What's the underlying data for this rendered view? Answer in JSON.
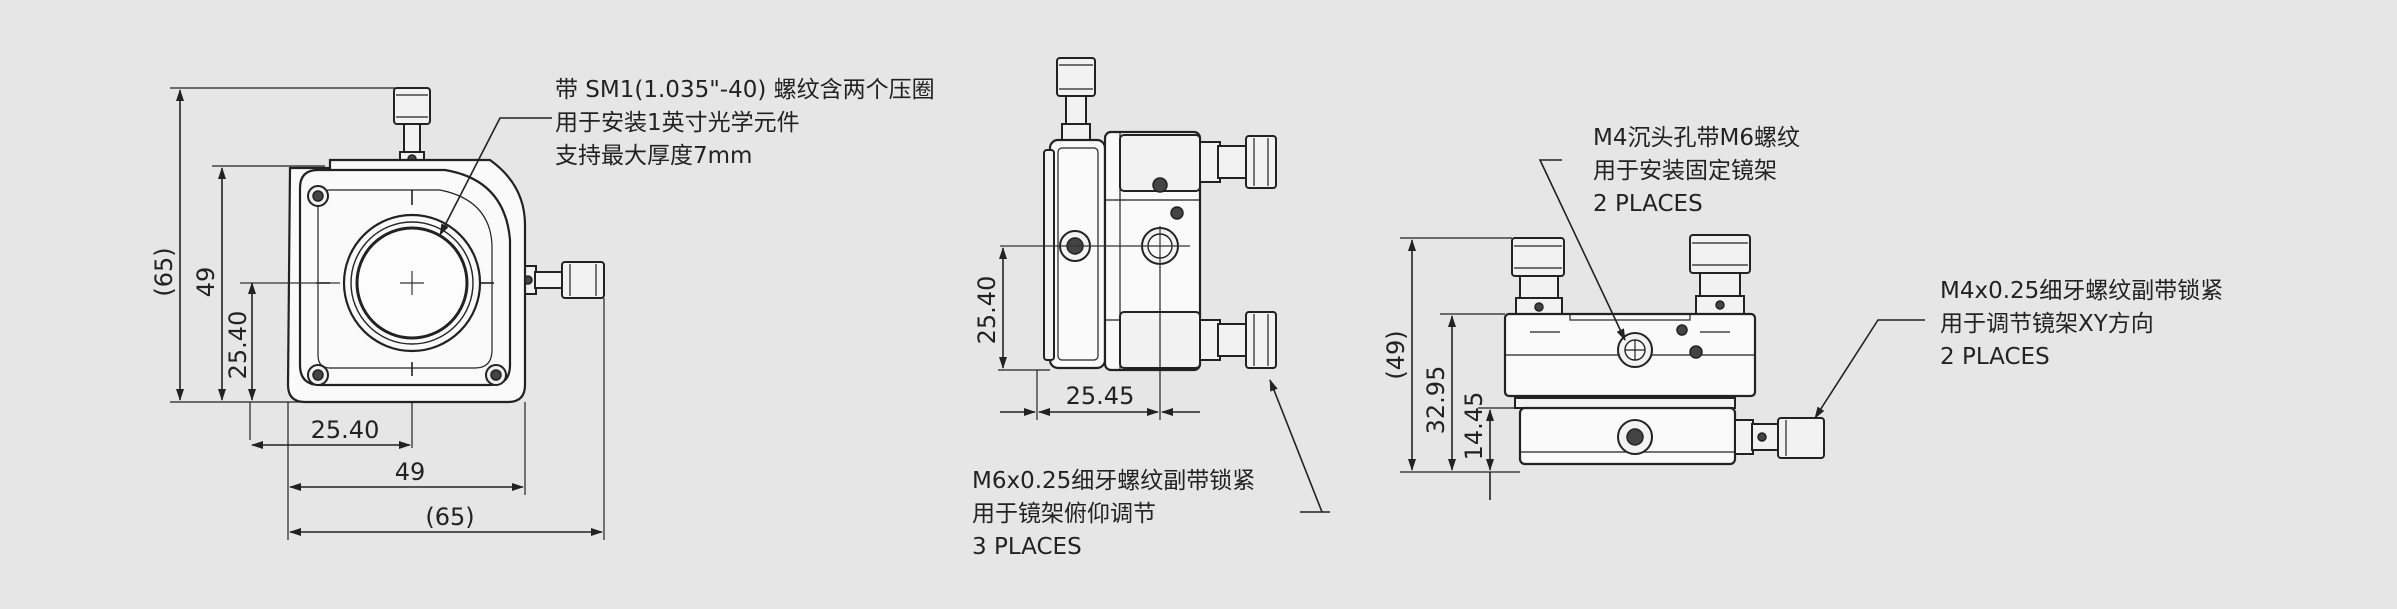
{
  "view_front": {
    "callout_lines": [
      "带 SM1(1.035\"-40) 螺纹含两个压圈",
      "用于安装1英寸光学元件",
      "支持最大厚度7mm"
    ],
    "dim_height_overall": "(65)",
    "dim_height_body": "49",
    "dim_center_height": "25.40",
    "dim_center_width": "25.40",
    "dim_width_body": "49",
    "dim_width_overall": "(65)"
  },
  "view_side": {
    "dim_center_height": "25.40",
    "dim_depth": "25.45",
    "callout_lines": [
      "M6x0.25细牙螺纹副带锁紧",
      "用于镜架俯仰调节",
      "3 PLACES"
    ]
  },
  "view_top": {
    "callout_top_lines": [
      "M4沉头孔带M6螺纹",
      "用于安装固定镜架",
      "2 PLACES"
    ],
    "callout_right_lines": [
      "M4x0.25细牙螺纹副带锁紧",
      "用于调节镜架XY方向",
      "2 PLACES"
    ],
    "dim_overall_height": "(49)",
    "dim_mid_height": "32.95",
    "dim_base_height": "14.45"
  }
}
